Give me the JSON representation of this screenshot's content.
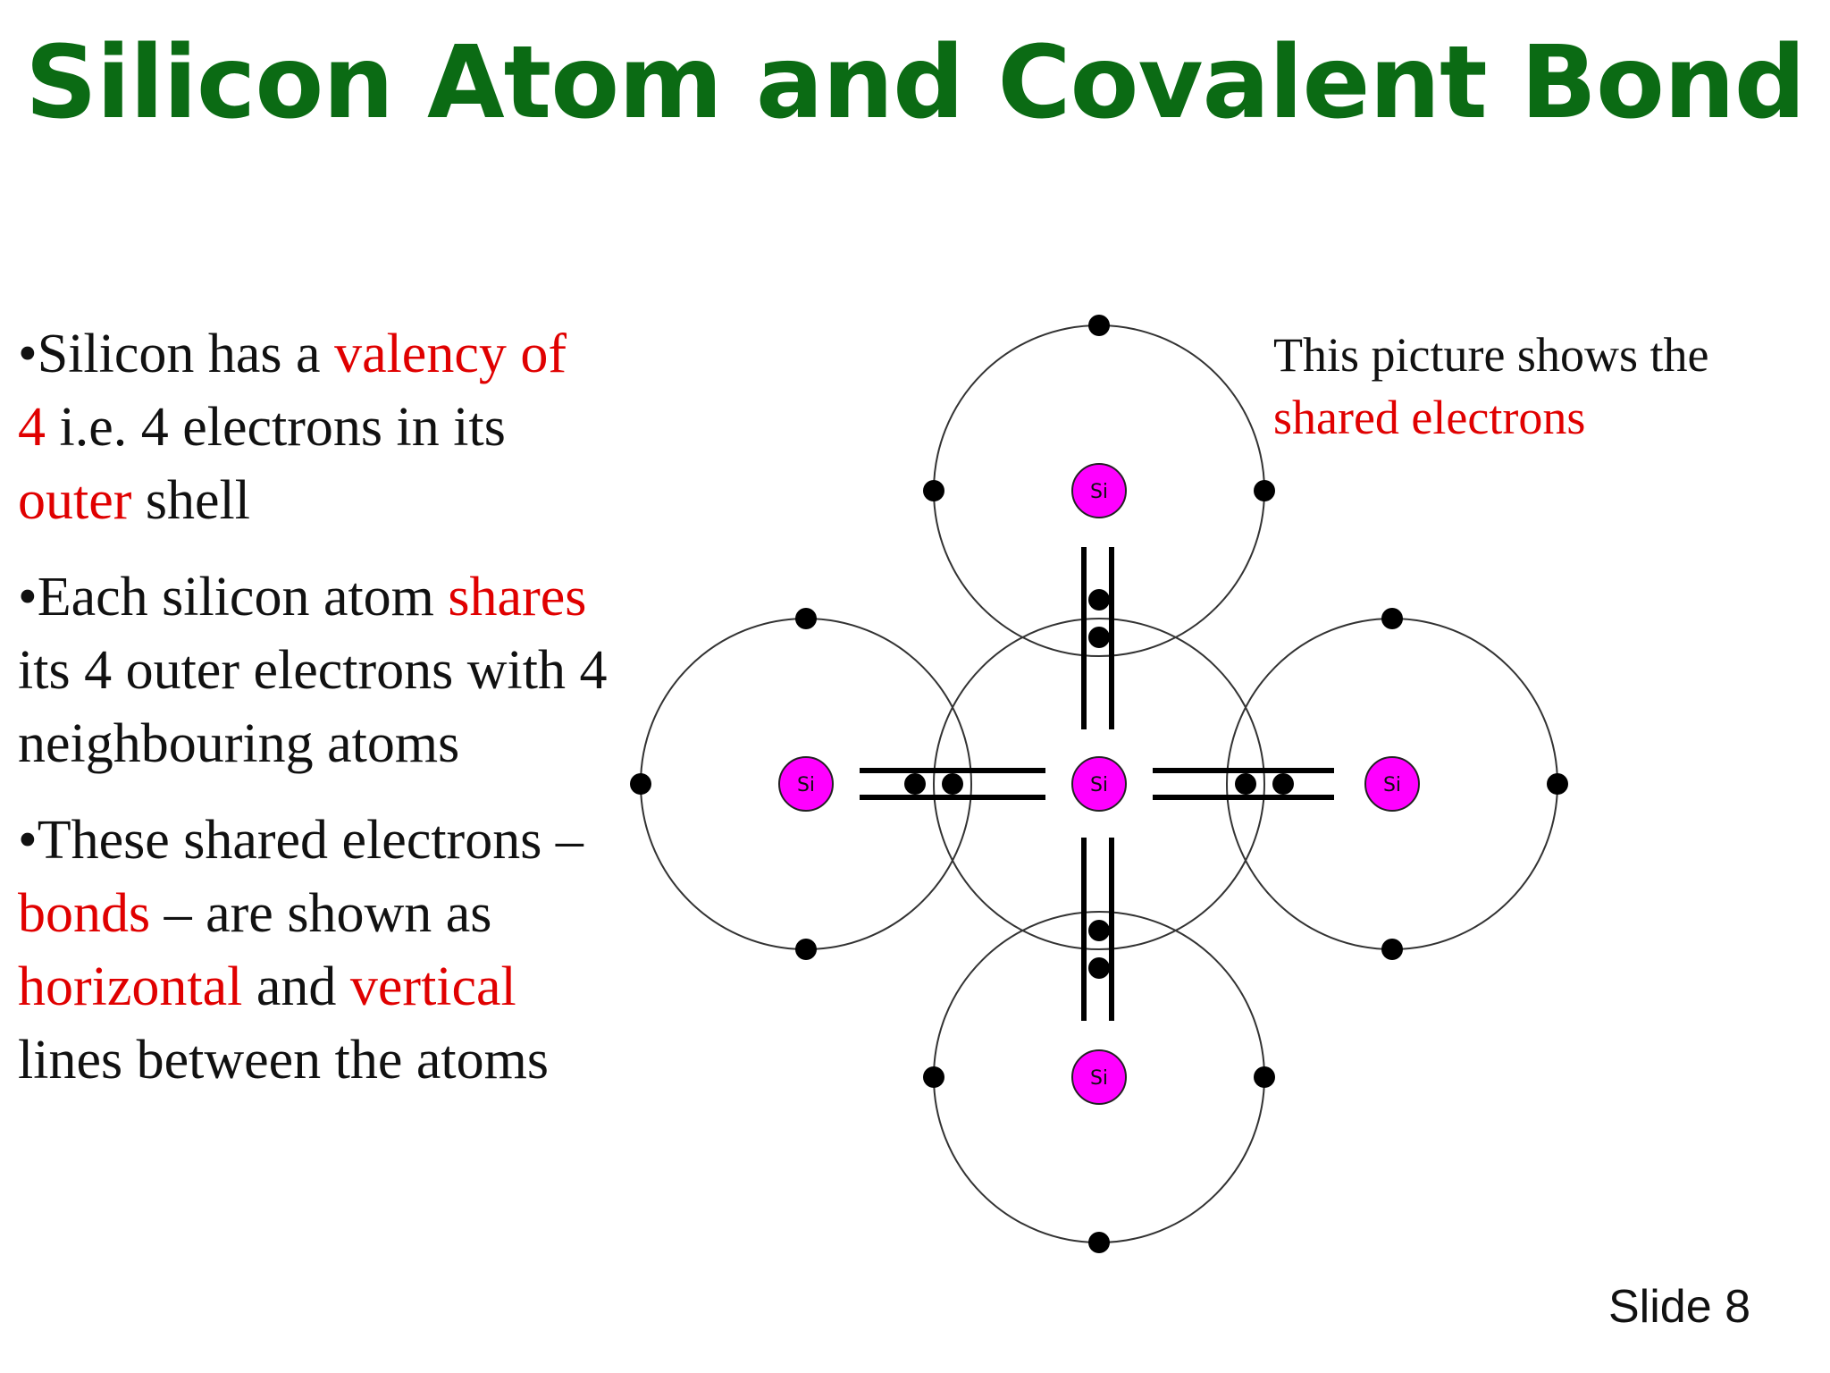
{
  "title": "Silicon Atom and Covalent Bond",
  "bullets": [
    [
      {
        "text": "•Silicon has a ",
        "red": false
      },
      {
        "text": "valency of 4",
        "red": true
      },
      {
        "text": " i.e. 4 electrons in its ",
        "red": false
      },
      {
        "text": "outer",
        "red": true
      },
      {
        "text": " shell",
        "red": false
      }
    ],
    [
      {
        "text": "•Each silicon atom ",
        "red": false
      },
      {
        "text": "shares",
        "red": true
      },
      {
        "text": " its 4 outer electrons with 4 neighbouring atoms",
        "red": false
      }
    ],
    [
      {
        "text": "•These shared electrons – ",
        "red": false
      },
      {
        "text": "bonds",
        "red": true
      },
      {
        "text": " – are shown as ",
        "red": false
      },
      {
        "text": "horizontal",
        "red": true
      },
      {
        "text": " and ",
        "red": false
      },
      {
        "text": "vertical",
        "red": true
      },
      {
        "text": " lines between the atoms",
        "red": false
      }
    ]
  ],
  "caption": {
    "line1": "This picture shows the",
    "line2": "shared electrons"
  },
  "atom_label": "Si",
  "slide_number": "Slide 8",
  "colors": {
    "title": "#0b6b14",
    "highlight": "#e00000",
    "nucleus": "#ff00ff"
  }
}
